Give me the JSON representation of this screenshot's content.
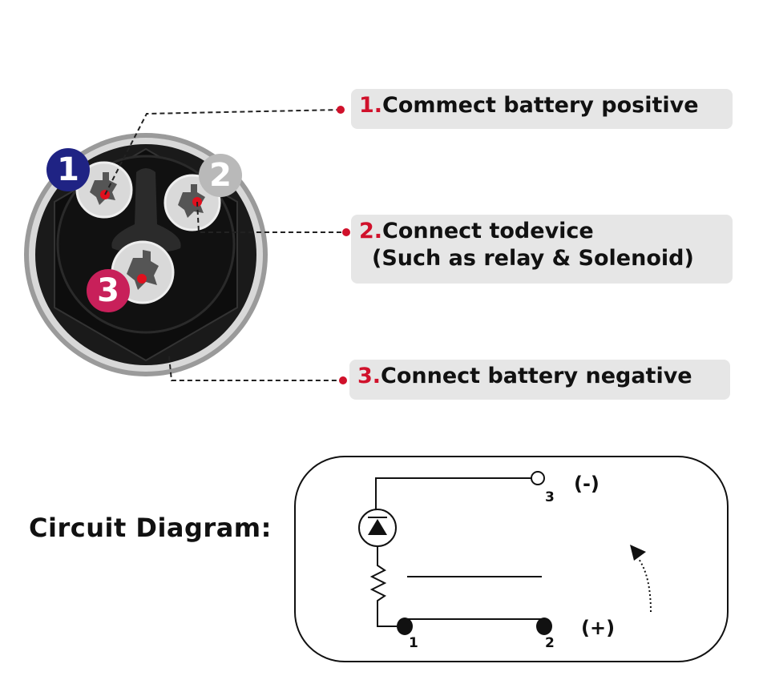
{
  "pin_badges": [
    {
      "number": "1",
      "color": "#1f2384"
    },
    {
      "number": "2",
      "color": "#b9b9b9"
    },
    {
      "number": "3",
      "color": "#c8205a"
    }
  ],
  "labels": [
    {
      "number": "1.",
      "text": "Commect battery positive",
      "text2": ""
    },
    {
      "number": "2.",
      "text": "Connect todevice",
      "text2": "(Such as relay & Solenoid)"
    },
    {
      "number": "3.",
      "text": "Connect battery negative",
      "text2": ""
    }
  ],
  "accent_color": "#d0112b",
  "circuit": {
    "heading": "Circuit Diagram:",
    "terminal_labels": {
      "t1": "1",
      "t2": "2",
      "t3": "3"
    },
    "polarity_negative": "(-)",
    "polarity_positive": "(+)"
  }
}
